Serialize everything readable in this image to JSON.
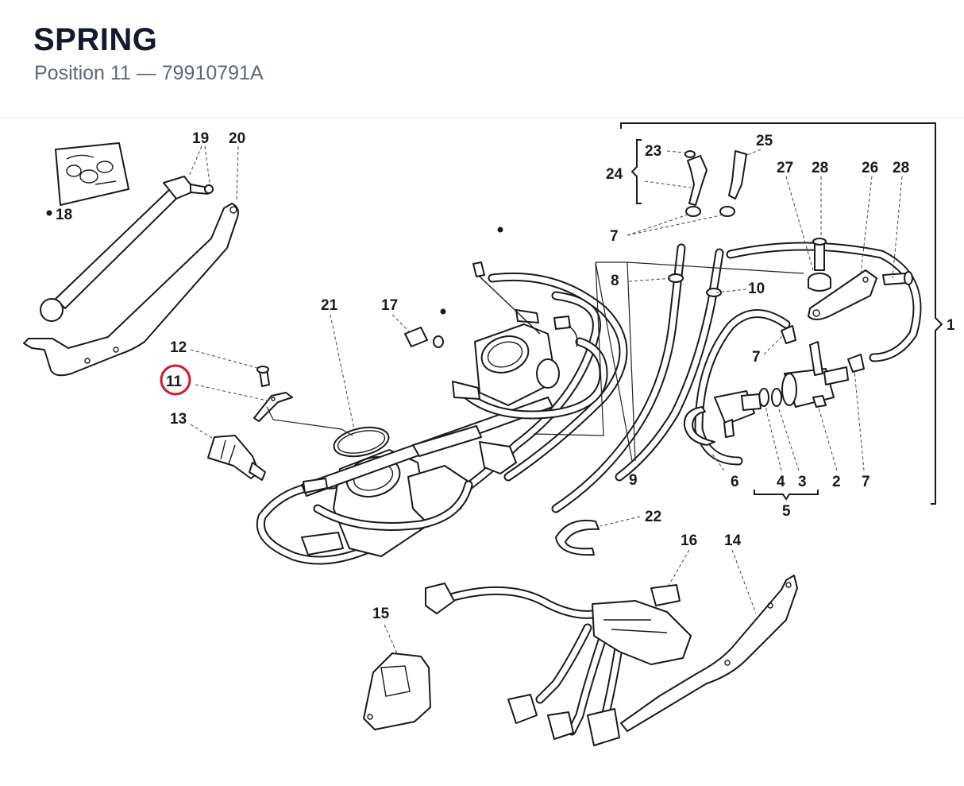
{
  "header": {
    "title": "SPRING",
    "subtitle": "Position 11 — 79910791A"
  },
  "highlight": {
    "position": "11",
    "color": "#d0192b"
  },
  "colors": {
    "title": "#14192e",
    "subtitle": "#5d6680",
    "line": "#1a1a1a"
  },
  "labels": {
    "p1": "1",
    "p2": "2",
    "p3": "3",
    "p4": "4",
    "p5": "5",
    "p6": "6",
    "p7a": "7",
    "p7b": "7",
    "p7c": "7",
    "p8": "8",
    "p9": "9",
    "p10": "10",
    "p11": "11",
    "p12": "12",
    "p13": "13",
    "p14": "14",
    "p15": "15",
    "p16": "16",
    "p17": "17",
    "p18": "18",
    "p19": "19",
    "p20": "20",
    "p21": "21",
    "p22": "22",
    "p23": "23",
    "p24": "24",
    "p25": "25",
    "p26": "26",
    "p27": "27",
    "p28a": "28",
    "p28b": "28"
  },
  "icons": {
    "callout": "bullet-dot-icon",
    "selected": "red-circle-highlight-icon"
  }
}
